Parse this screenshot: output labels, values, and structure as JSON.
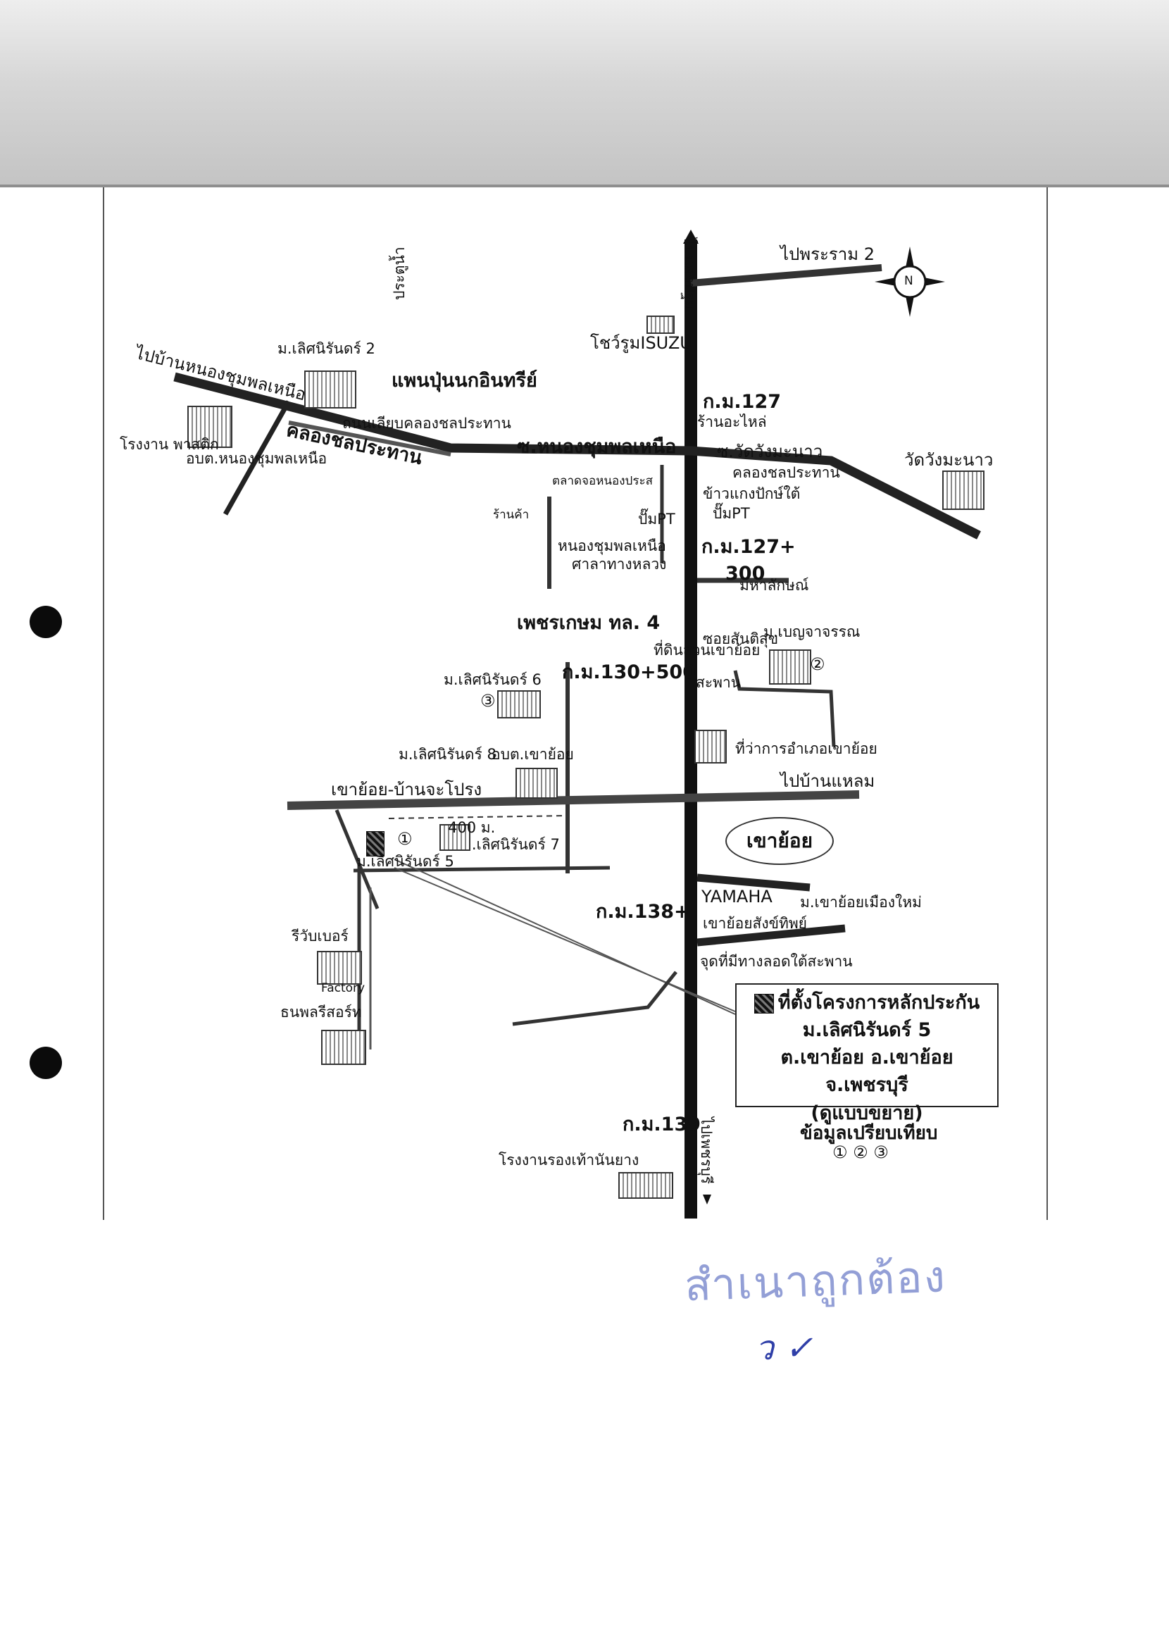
{
  "map": {
    "road_labels": {
      "north_arrow_road": "ไปนครปฐม",
      "to_rama2": "ไปพระราม 2",
      "to_ban_nong_chum_phon_nuea": "ไปบ้านหนองชุมพลเหนือ",
      "soi_nong_chum_phon_nuea": "ซ.หนองชุมพลเหนือ",
      "canal_road": "ถนนเลียบคลองชลประทาน",
      "canal_1": "คลองชลประทาน",
      "canal_2": "คลองชลประทาน",
      "phetkasem": "เพชรเกษม ทล. 4",
      "khao_yoi_ban_cha_pro": "เขาย้อย-บ้านจะโปรง",
      "to_ban_laem": "ไปบ้านแหลม",
      "south_arrow_road": "ไปเพชรบุรี",
      "underpass": "จุดที่มีทางลอดใต้สะพาน",
      "water_gate": "ประตูน้ำ",
      "nong_chum_phon_nuea_soi": "หนองชุมพลเหนือ"
    },
    "km_markers": {
      "km127": "ก.ม.127",
      "km127_300_a": "ก.ม.127+",
      "km127_300_b": "300",
      "km130_500": "ก.ม.130+500",
      "km138": "ก.ม.138+",
      "km139": "ก.ม.139"
    },
    "landmarks": {
      "isuzu": "โชว์รูมISUZU",
      "spare_parts": "ร้านอะไหล่",
      "wat_wang_manao_soi": "ซ.วัดวังมะนาว",
      "wat_wang_manao": "วัดวังมะนาว",
      "khao_kaeng": "ข้าวแกงปักษ์ใต้",
      "pt_station_1": "ปั๊มPT",
      "pt_station_2": "ปั๊มPT",
      "police": "ศาลาทางหลวง",
      "hospital": "ตลาดจอหนองประส",
      "shop": "ร้านค้า",
      "plastic_factory": "โรงงาน พาสติก",
      "sao_nong_chum_phon": "อบต.หนองชุมพลเหนือ",
      "mu_lert_nirun_2": "ม.เลิศนิรันดร์ 2",
      "phaen_pun": "แพนปุ่นนกอินทรีย์",
      "maha_lak": "มหาลักษณ์",
      "land_for_sale": "ที่ดินสวนเขาย้อย",
      "soi_santi": "ซอยสันติสุข",
      "benchachan": "ม.เบญจาจรรณ",
      "mu_lert_nirun_6": "ม.เลิศนิรันดร์ 6",
      "sapan": "สะพาน",
      "amphoe_office": "ที่ว่าการอำเภอเขาย้อย",
      "mu_lert_nirun_8": "ม.เลิศนิรันดร์ 8",
      "sao_khao_yoi": "อบต.เขาย้อย",
      "mu_lert_nirun_7": "ม.เลิศนิรันดร์ 7",
      "mu_lert_nirun_5": "ม.เลิศนิรันดร์ 5",
      "distance": "400 ม.",
      "yamaha": "YAMAHA",
      "khao_yoi_new": "ม.เขาย้อยเมืองใหม่",
      "khao_yoi_sang": "เขาย้อยสังข์ทิพย์",
      "rubber": "รีวับเบอร์",
      "factory_text": "Factory",
      "thanapon": "ธนพลรีสอร์ท",
      "shoe_factory": "โรงงานรองเท้านันยาง"
    },
    "district_name": "เขาย้อย",
    "compass_letter": "N",
    "markers": {
      "m1": "①",
      "m2": "②",
      "m3": "③"
    }
  },
  "legend": {
    "line1": "ที่ตั้งโครงการหลักประกัน",
    "line2": "ม.เลิศนิรันดร์ 5",
    "line3": "ต.เขาย้อย อ.เขาย้อย จ.เพชรบุรี",
    "line4": "(ดูแบบขยาย)"
  },
  "comparison": {
    "title": "ข้อมูลเปรียบเทียบ",
    "numbers": "① ② ③"
  },
  "stamp": {
    "text": "สำเนาถูกต้อง",
    "initials": "ว ✓"
  }
}
